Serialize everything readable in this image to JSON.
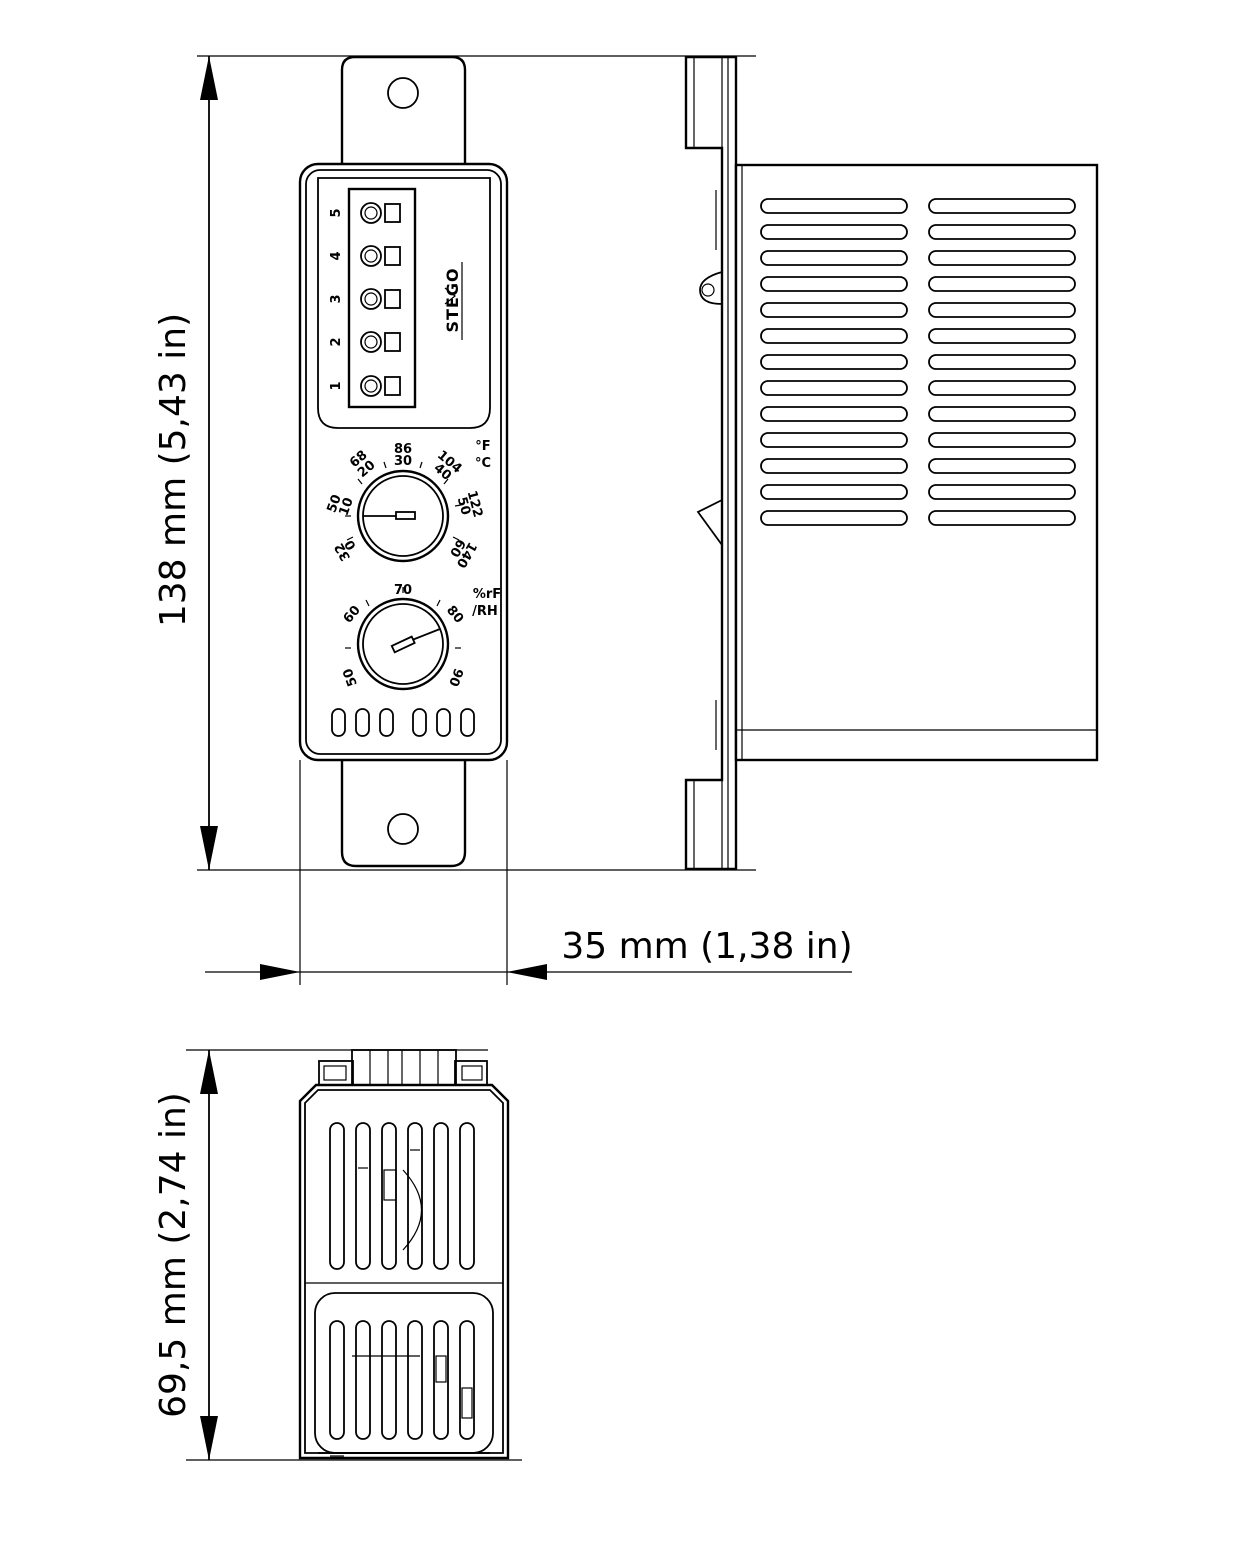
{
  "dimensions": {
    "height_front": "138 mm  (5,43 in)",
    "width_front": "35 mm  (1,38 in)",
    "height_bottom": "69,5 mm  (2,74 in)"
  },
  "terminals": [
    "1",
    "2",
    "3",
    "4",
    "5"
  ],
  "brand": "STEGO",
  "temperature_dial": {
    "unit_f": "°F",
    "unit_c": "°C",
    "labels_f": [
      "32",
      "50",
      "68",
      "86",
      "104",
      "122",
      "140"
    ],
    "labels_c": [
      "0",
      "10",
      "20",
      "30",
      "40",
      "50",
      "60"
    ]
  },
  "humidity_dial": {
    "unit_line1": "%rF",
    "unit_line2": "/RH",
    "labels": [
      "50",
      "60",
      "70",
      "80",
      "90"
    ]
  }
}
